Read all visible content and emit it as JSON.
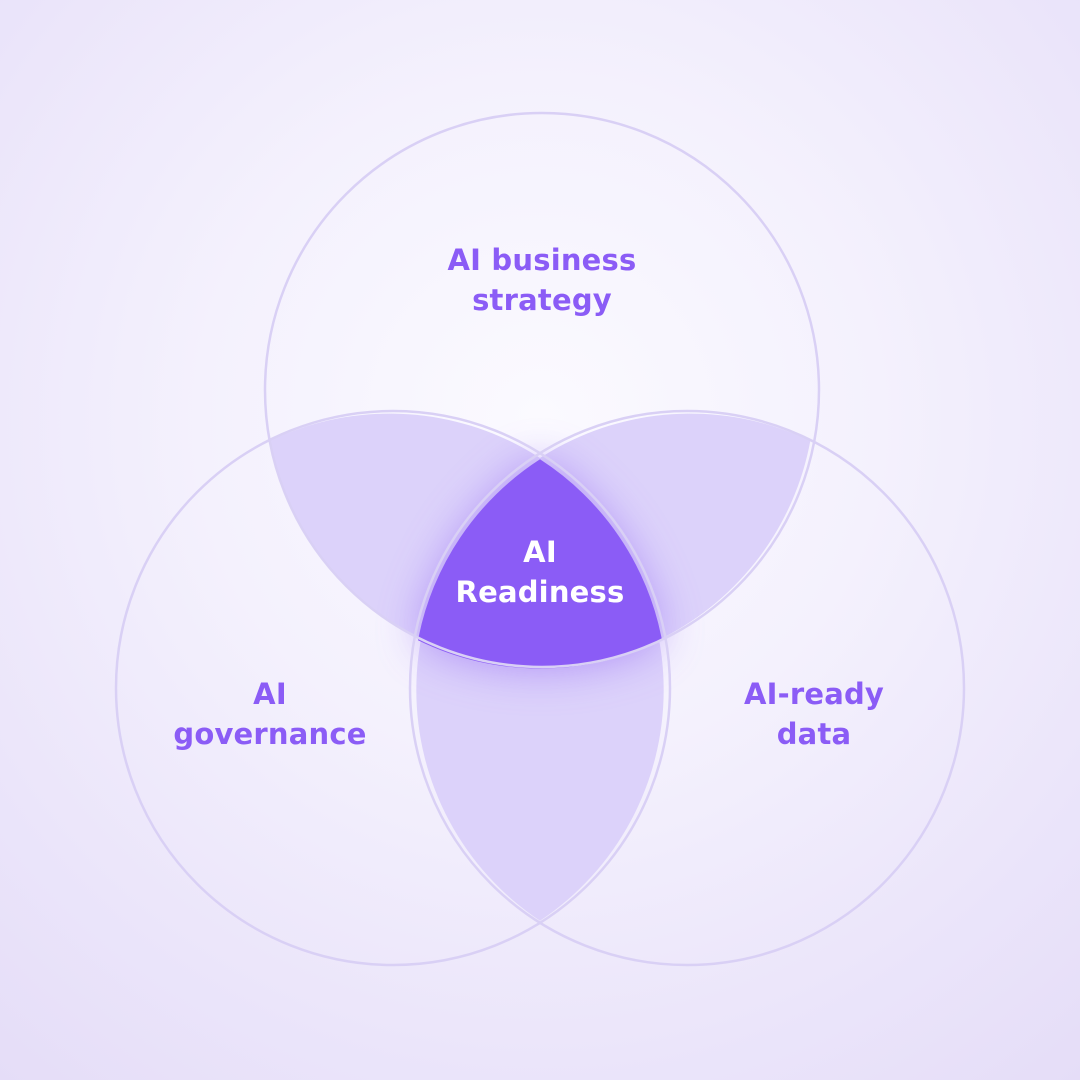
{
  "colors": {
    "circle_stroke": "#d9d0f5",
    "pair_overlap": "#dcd2fa",
    "center": "#8b5cf6",
    "label_text": "#8b5cf6",
    "center_text": "#ffffff"
  },
  "labels": {
    "top": {
      "line1": "AI business",
      "line2": "strategy"
    },
    "left": {
      "line1": "AI",
      "line2": "governance"
    },
    "right": {
      "line1": "AI-ready",
      "line2": "data"
    },
    "center": {
      "line1": "AI",
      "line2": "Readiness"
    }
  }
}
